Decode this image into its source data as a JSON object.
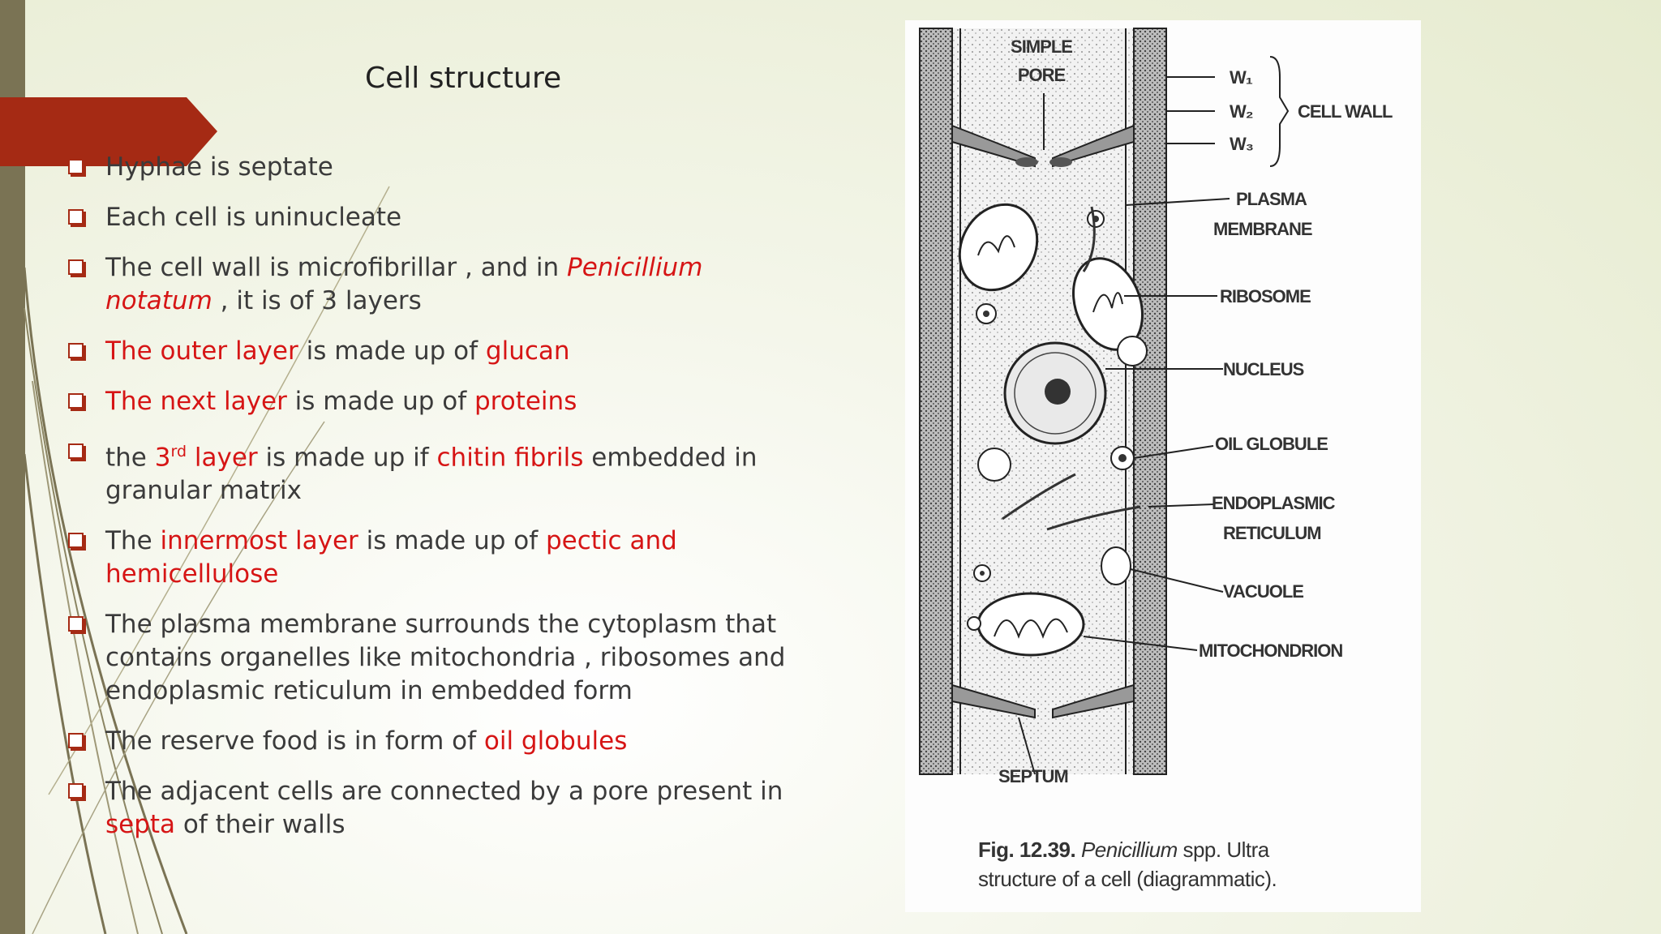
{
  "slide": {
    "title": "Cell structure",
    "accent_color": "#a52a14",
    "highlight_color": "#d61515"
  },
  "bullets": [
    {
      "parts": [
        "Hyphae is septate"
      ]
    },
    {
      "parts": [
        "Each cell is uninucleate"
      ]
    },
    {
      "parts": [
        "The cell wall is microfibrillar , and in ",
        "Penicillium notatum",
        " , it is of 3 layers"
      ]
    },
    {
      "parts": [
        "The outer layer",
        " is made up of ",
        "glucan"
      ]
    },
    {
      "parts": [
        "The next layer",
        " is made up of ",
        "proteins"
      ]
    },
    {
      "parts": [
        " the ",
        "3",
        "rd",
        " layer",
        " is made up if ",
        "chitin fibrils",
        " embedded in granular matrix"
      ]
    },
    {
      "parts": [
        "The ",
        "innermost layer",
        " is made up of ",
        "pectic and hemicellulose"
      ]
    },
    {
      "parts": [
        "The plasma membrane surrounds the cytoplasm that contains organelles like mitochondria , ribosomes and endoplasmic reticulum in embedded form"
      ]
    },
    {
      "parts": [
        "The reserve food is in form of ",
        "oil globules"
      ]
    },
    {
      "parts": [
        "The adjacent cells are connected by a pore present in ",
        "septa",
        " of their walls"
      ]
    }
  ],
  "figure": {
    "labels": {
      "simple_pore_1": "SIMPLE",
      "simple_pore_2": "PORE",
      "w1": "W₁",
      "w2": "W₂",
      "w3": "W₃",
      "cell_wall": "CELL WALL",
      "plasma_1": "PLASMA",
      "plasma_2": "MEMBRANE",
      "ribosome": "RIBOSOME",
      "nucleus": "NUCLEUS",
      "oil_globule": "OIL GLOBULE",
      "er_1": "ENDOPLASMIC",
      "er_2": "RETICULUM",
      "vacuole": "VACUOLE",
      "mitochondrion": "MITOCHONDRION",
      "septum": "SEPTUM"
    },
    "caption_fig": "Fig. 12.39.",
    "caption_genus": "Penicillium",
    "caption_rest1": " spp. Ultra",
    "caption_line2": "structure of a cell (diagrammatic)."
  }
}
